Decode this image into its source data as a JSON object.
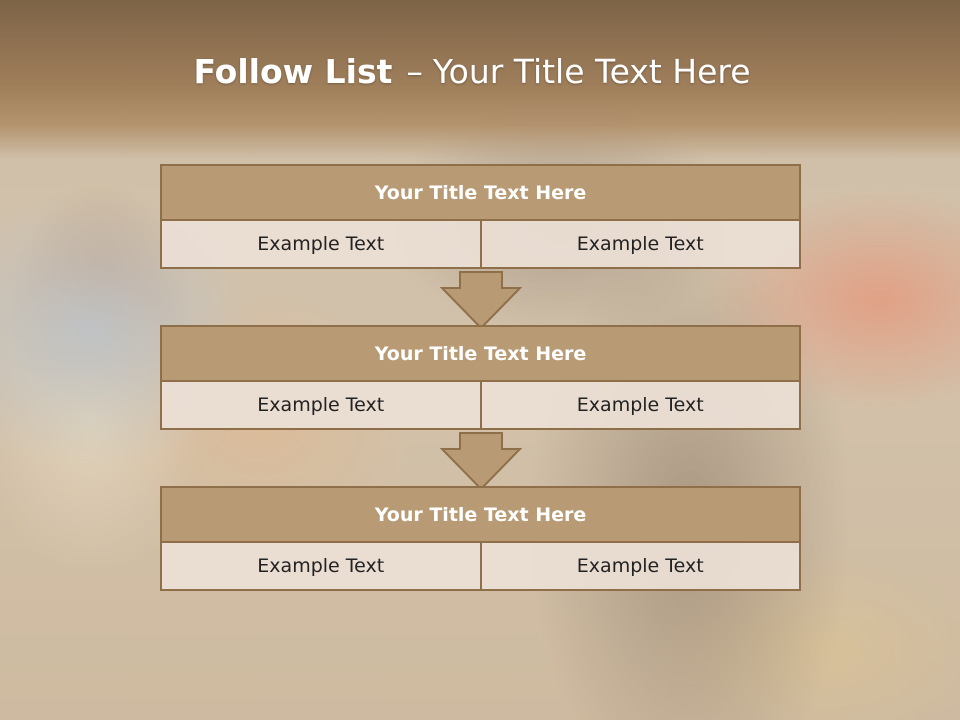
{
  "slide": {
    "title_bold": "Follow List",
    "title_sep": "–",
    "title_rest": "Your Title Text Here"
  },
  "blocks": [
    {
      "title": "Your Title Text Here",
      "left": "Example Text",
      "right": "Example Text"
    },
    {
      "title": "Your Title Text Here",
      "left": "Example Text",
      "right": "Example Text"
    },
    {
      "title": "Your Title Text Here",
      "left": "Example Text",
      "right": "Example Text"
    }
  ],
  "colors": {
    "header_fill": "#b89a74",
    "border": "#8e6f4a",
    "cell_fill": "#ebe0d6",
    "title_bar": "#a07f5b"
  },
  "icons": [
    "down-arrow-icon"
  ]
}
